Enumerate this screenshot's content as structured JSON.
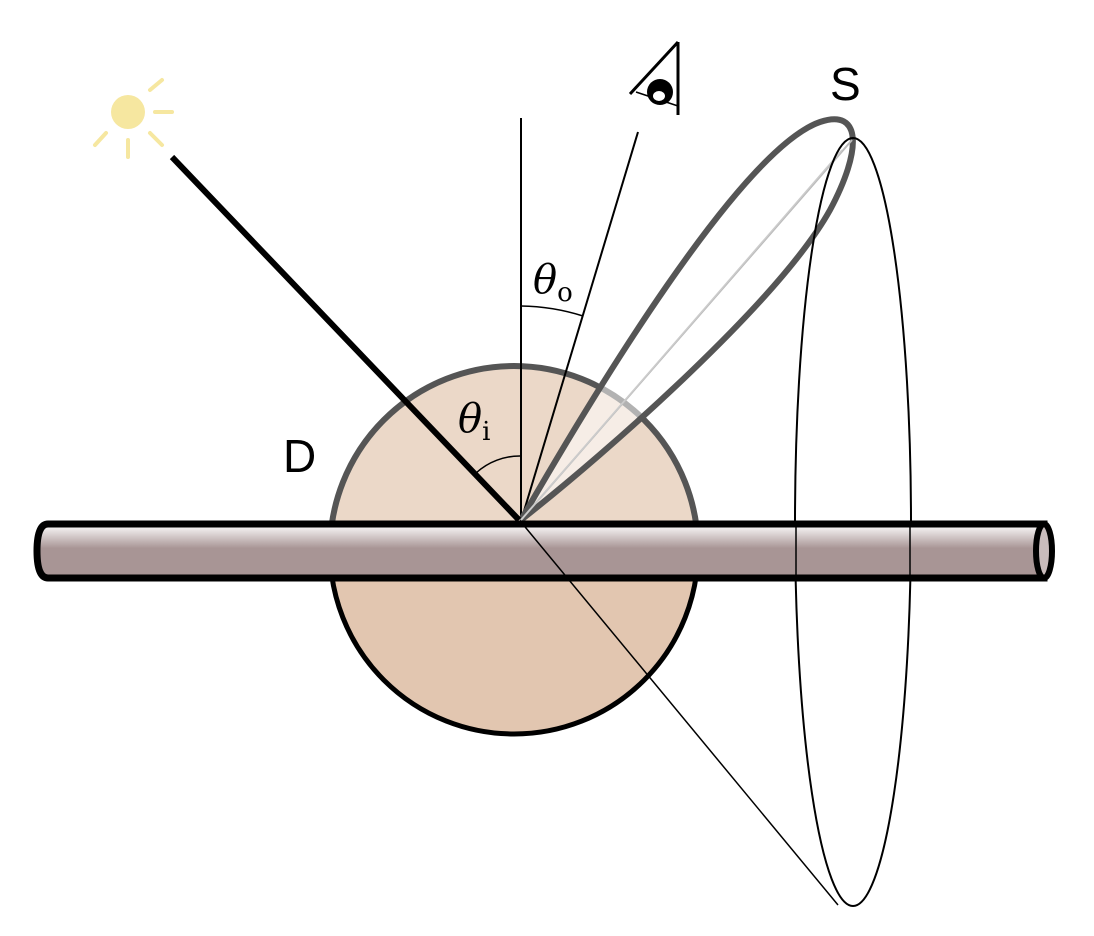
{
  "labels": {
    "diffuse": "D",
    "specular": "S",
    "theta_o": "θ",
    "theta_o_sub": "o",
    "theta_i": "θ",
    "theta_i_sub": "i"
  },
  "colors": {
    "sun": "#f6e7a0",
    "disc_upper": "#ebd8c8",
    "disc_lower": "#e2c6b0",
    "cylinder_top": "#ffffff",
    "cylinder_body": "#a89595",
    "lobe_stroke": "#555555"
  }
}
